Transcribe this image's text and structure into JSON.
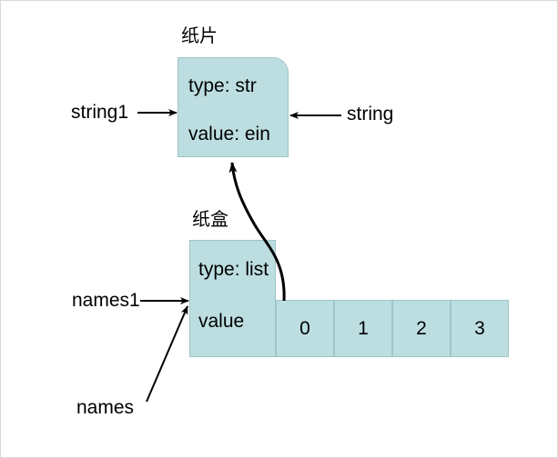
{
  "diagram": {
    "title_paper_slip": "纸片",
    "title_paper_box": "纸盒",
    "colors": {
      "fill": "#bcdee1",
      "stroke": "#9fc4c7",
      "arrow": "#000000",
      "text": "#000000",
      "background": "#ffffff"
    },
    "str_object": {
      "caption": "纸片",
      "type_row": "type: str",
      "value_row": "value: ein",
      "left_label": "string1",
      "right_label": "string"
    },
    "list_object": {
      "caption": "纸盒",
      "type_row": "type: list",
      "value_row": "value",
      "left_label": "names1",
      "bottom_label": "names",
      "cells": [
        {
          "index": "0"
        },
        {
          "index": "1"
        },
        {
          "index": "2"
        },
        {
          "index": "3"
        }
      ]
    },
    "arrows": [
      {
        "name": "string1-to-str-box",
        "from": "string1",
        "to": "str_object",
        "direction": "right"
      },
      {
        "name": "string-to-str-box",
        "from": "string",
        "to": "str_object",
        "direction": "left"
      },
      {
        "name": "names1-to-list-box",
        "from": "names1",
        "to": "list_object",
        "direction": "right"
      },
      {
        "name": "names-to-list-box",
        "from": "names",
        "to": "list_object",
        "direction": "up-right"
      },
      {
        "name": "cell0-to-str-box",
        "from": "cell 0",
        "to": "str_object",
        "direction": "curved-up"
      }
    ]
  }
}
